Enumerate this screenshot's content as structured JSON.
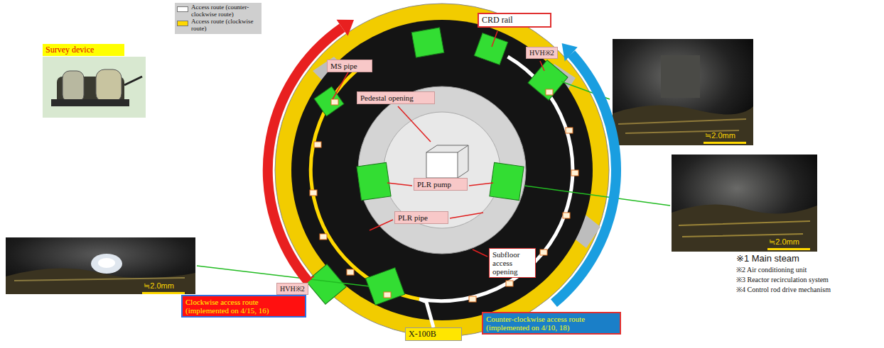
{
  "diagram": {
    "nodes": [
      {
        "text": [
          "Survey device"
        ]
      },
      {
        "text": [
          "MS pipe"
        ]
      },
      {
        "text": [
          "CRD rail"
        ]
      },
      {
        "text": [
          "HVH※2"
        ]
      },
      {
        "text": [
          "Pedestal opening"
        ]
      },
      {
        "text": [
          "PLR pump"
        ]
      },
      {
        "text": [
          "PLR pipe"
        ]
      },
      {
        "text": [
          "Subfloor access opening"
        ]
      },
      {
        "text": [
          "HVH※2"
        ]
      },
      {
        "text": [
          "X-100B"
        ]
      },
      {
        "text": [
          "Clockwise access route (implemented on 4/15, 16)"
        ]
      },
      {
        "text": [
          "Counter-clockwise access route (implemented on 4/10, 18)"
        ]
      }
    ],
    "labels": [
      "※1 Main steam",
      "※2 Air conditioning unit",
      "※3 Reactor recirculation system",
      "※4 Control rod drive mechanism",
      "≒2.0mm",
      "≒2.0mm",
      "≒2.0mm"
    ],
    "legend": [
      {
        "text": "Access route (counter-clockwise route)",
        "color": "#ffffff"
      },
      {
        "text": "Access route (clockwise route)",
        "color": "#ffd800"
      }
    ]
  }
}
